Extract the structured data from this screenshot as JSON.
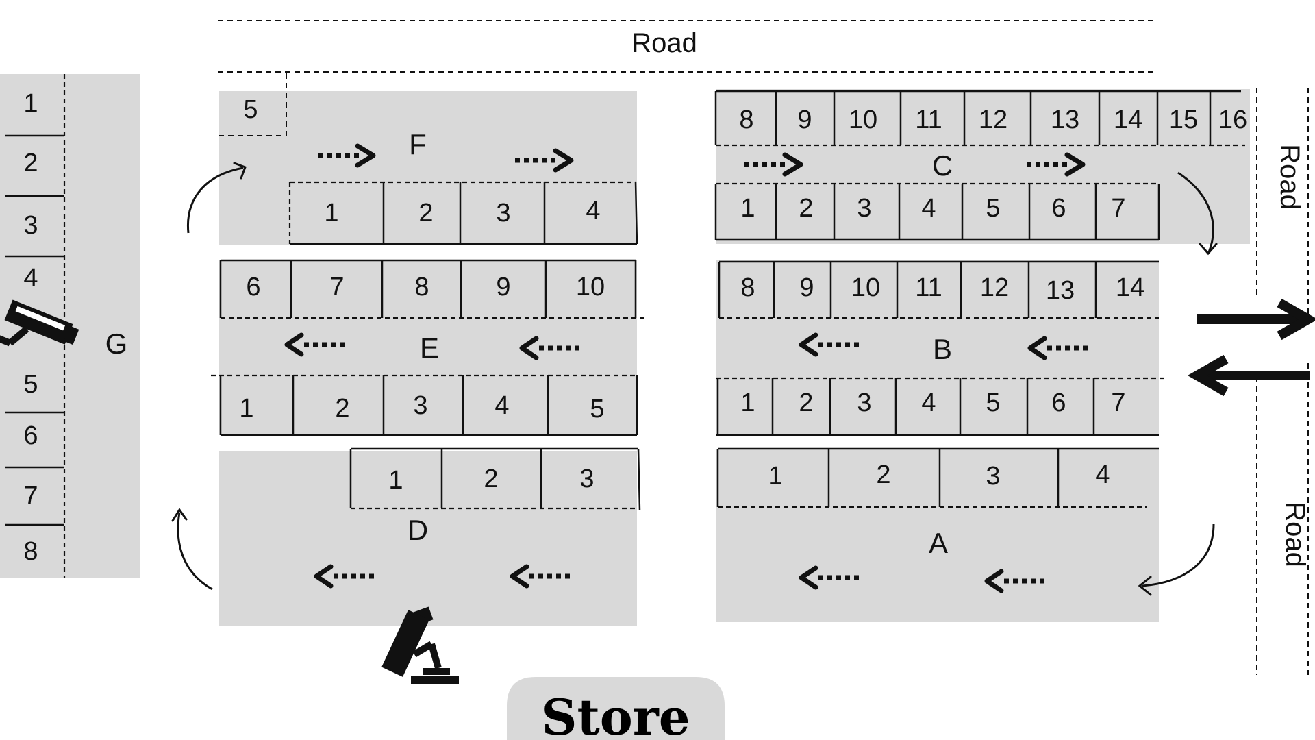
{
  "roads": {
    "top": "Road",
    "right_upper": "Road",
    "right_lower": "Road"
  },
  "zones": {
    "A": "A",
    "B": "B",
    "C": "C",
    "D": "D",
    "E": "E",
    "F": "F",
    "G": "G"
  },
  "store_label": "Store",
  "stalls": {
    "G": [
      "1",
      "2",
      "3",
      "4",
      "5",
      "6",
      "7",
      "8"
    ],
    "F_top": [
      "5"
    ],
    "F_bottom": [
      "1",
      "2",
      "3",
      "4"
    ],
    "E_top": [
      "6",
      "7",
      "8",
      "9",
      "10"
    ],
    "E_bottom": [
      "1",
      "2",
      "3",
      "4",
      "5"
    ],
    "D": [
      "1",
      "2",
      "3"
    ],
    "C_top": [
      "8",
      "9",
      "10",
      "11",
      "12",
      "13",
      "14",
      "15",
      "16"
    ],
    "C_bottom": [
      "1",
      "2",
      "3",
      "4",
      "5",
      "6",
      "7"
    ],
    "B_top": [
      "8",
      "9",
      "10",
      "11",
      "12",
      "13",
      "14"
    ],
    "B_bottom": [
      "1",
      "2",
      "3",
      "4",
      "5",
      "6",
      "7"
    ],
    "A": [
      "1",
      "2",
      "3",
      "4"
    ]
  },
  "icons": {
    "camera_1": "security-camera-icon",
    "camera_2": "security-camera-icon",
    "entry_exit": "two-way-arrow-icon"
  }
}
